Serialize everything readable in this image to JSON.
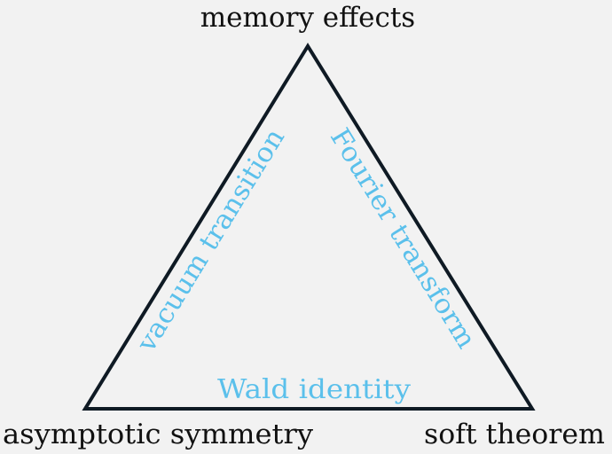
{
  "colors": {
    "background": "#f2f2f2",
    "triangle": "#0f1a24",
    "vertex_text": "#111111",
    "edge_text": "#5bc0eb"
  },
  "vertices": {
    "top": "memory effects",
    "bottom_left": "asymptotic symmetry",
    "bottom_right": "soft theorem"
  },
  "edges": {
    "left": "vacuum transition",
    "right": "Fourier transform",
    "bottom": "Wald identity"
  }
}
